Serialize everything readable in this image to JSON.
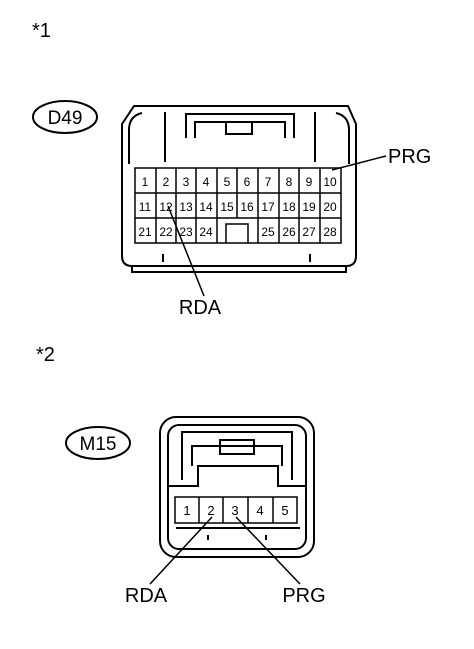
{
  "figure1": {
    "marker": "*1",
    "connector_id": "D49",
    "pins_row1": [
      "1",
      "2",
      "3",
      "4",
      "5",
      "6",
      "7",
      "8",
      "9",
      "10"
    ],
    "pins_row2": [
      "11",
      "12",
      "13",
      "14",
      "15",
      "16",
      "17",
      "18",
      "19",
      "20"
    ],
    "pins_row3_left": [
      "21",
      "22",
      "23",
      "24"
    ],
    "pins_row3_right": [
      "25",
      "26",
      "27",
      "28"
    ],
    "label_prg": "PRG",
    "label_rda": "RDA"
  },
  "figure2": {
    "marker": "*2",
    "connector_id": "M15",
    "pins": [
      "1",
      "2",
      "3",
      "4",
      "5"
    ],
    "label_rda": "RDA",
    "label_prg": "PRG"
  }
}
